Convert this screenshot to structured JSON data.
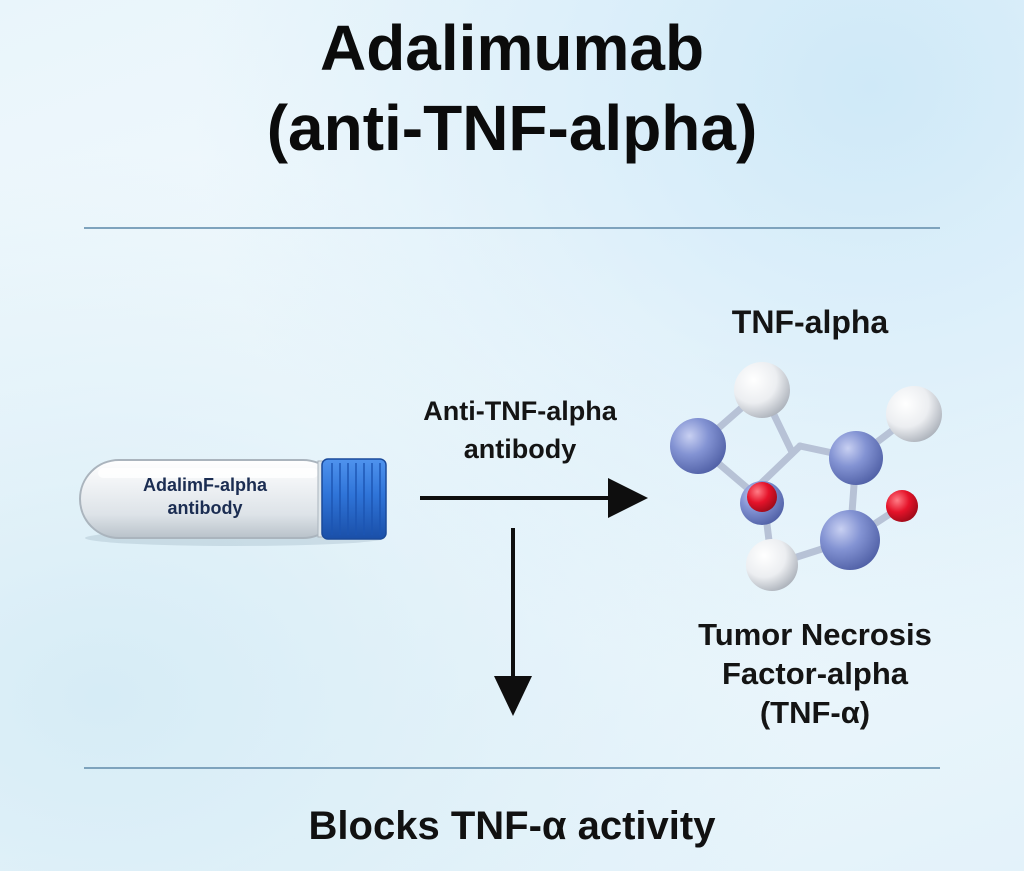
{
  "title": {
    "line1": "Adalimumab",
    "line2": "(anti-TNF-alpha)"
  },
  "vial": {
    "label_line1": "AdalimF-alpha",
    "label_line2": "antibody",
    "cap_color": "#2f74d8"
  },
  "arrow": {
    "label_line1": "Anti-TNF-alpha",
    "label_line2": "antibody"
  },
  "molecule": {
    "title": "TNF-alpha",
    "desc_line1": "Tumor Necrosis",
    "desc_line2": "Factor-alpha",
    "desc_line3": "(TNF-α)",
    "atom_colors": {
      "blue": "#7f8fcf",
      "white": "#f1f2f4",
      "red": "#e5132a"
    }
  },
  "footer": {
    "text": "Blocks TNF-α activity"
  }
}
